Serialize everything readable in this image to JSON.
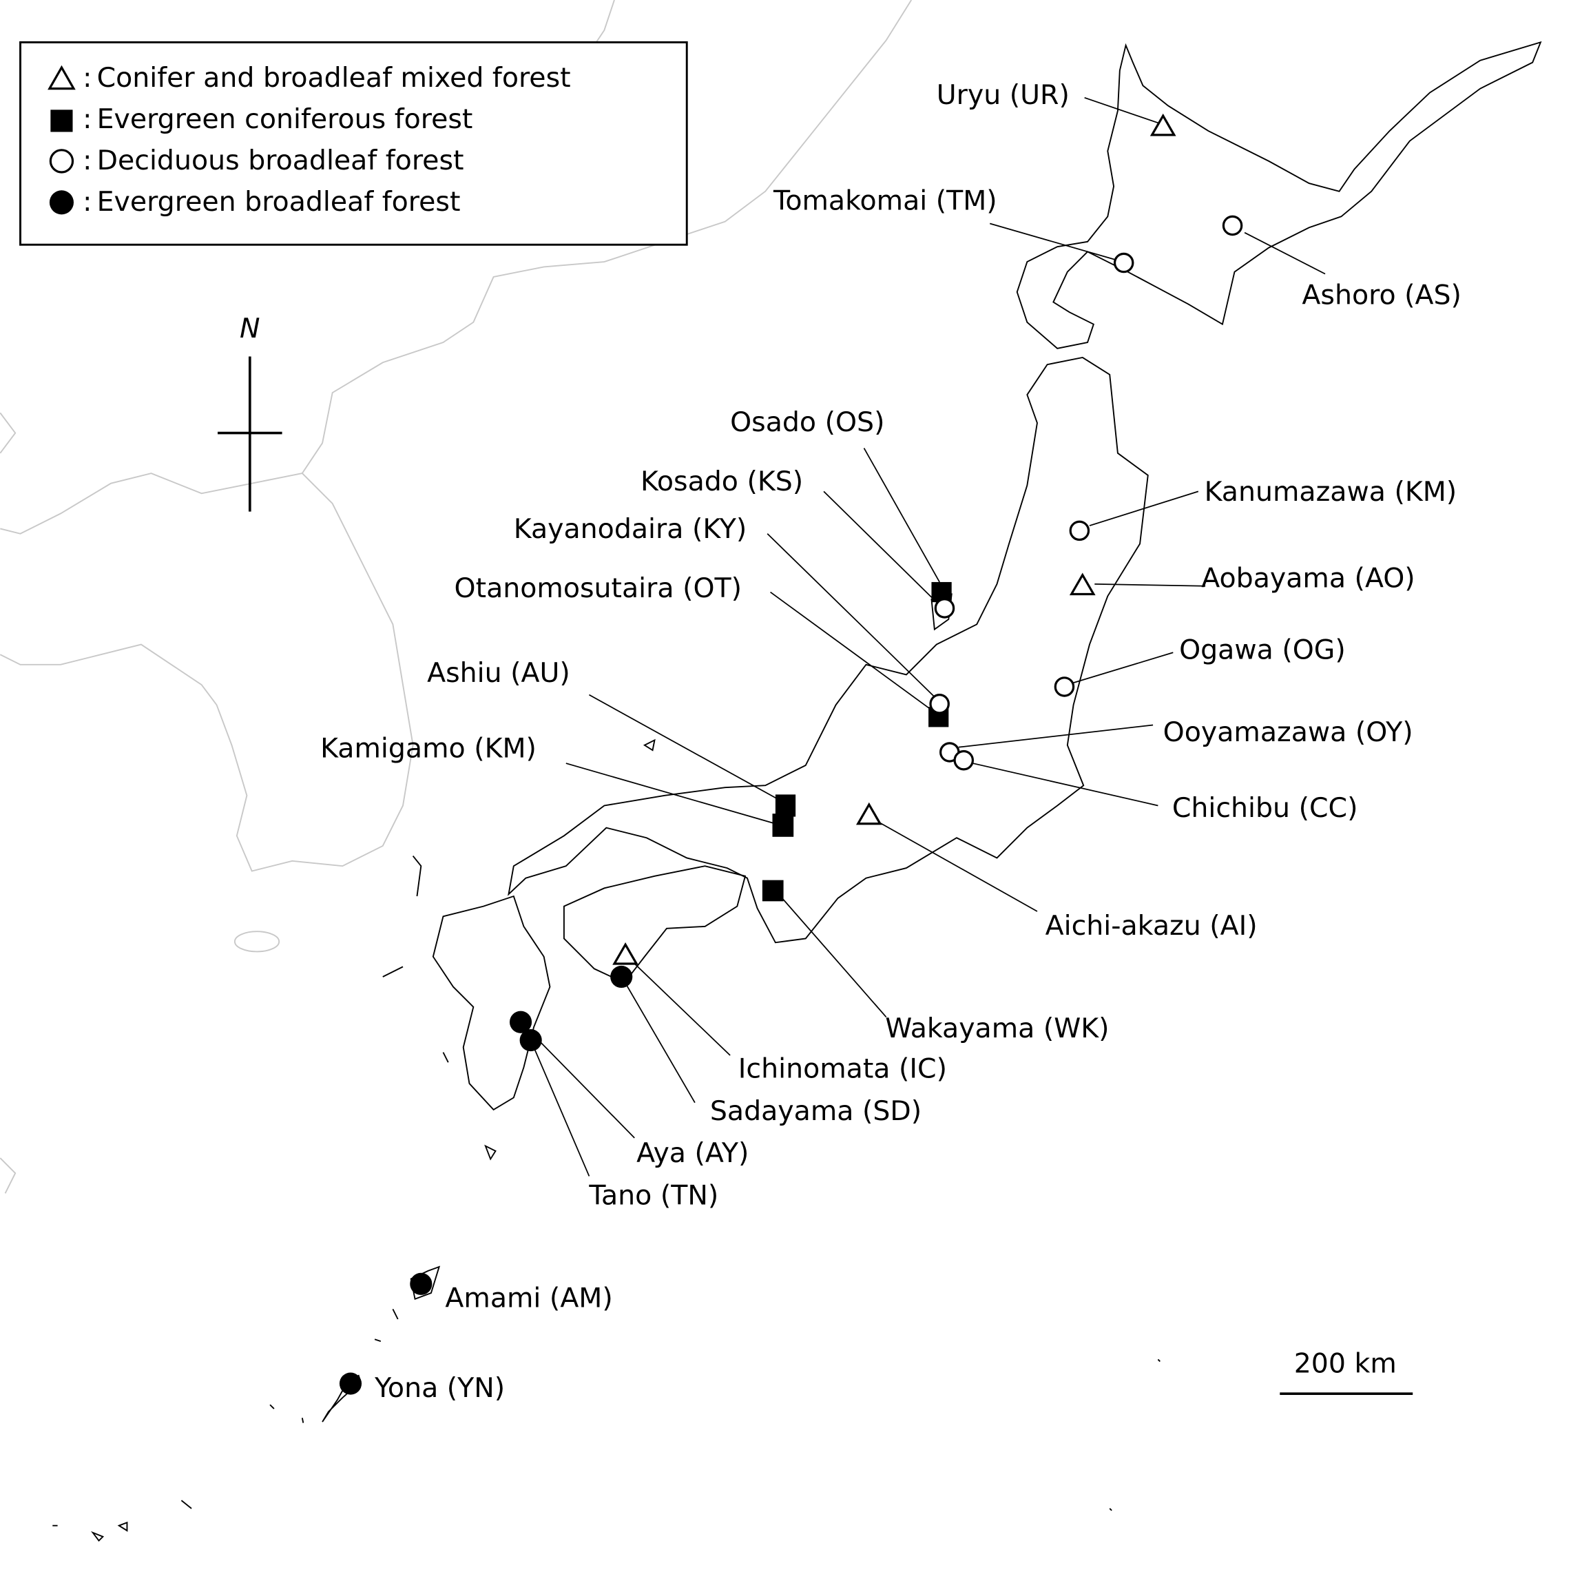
{
  "legend": [
    {
      "symbol": "open-triangle",
      "label": "Conifer and broadleaf mixed forest"
    },
    {
      "symbol": "filled-square",
      "label": "Evergreen coniferous forest"
    },
    {
      "symbol": "open-circle",
      "label": "Deciduous broadleaf forest"
    },
    {
      "symbol": "filled-circle",
      "label": "Evergreen broadleaf forest"
    }
  ],
  "legend_separator": ":",
  "north_label": "N",
  "scale_label": "200 km",
  "sites": {
    "UR": {
      "label": "Uryu (UR)",
      "type": "open-triangle"
    },
    "TM": {
      "label": "Tomakomai (TM)",
      "type": "open-circle"
    },
    "AS": {
      "label": "Ashoro (AS)",
      "type": "open-circle"
    },
    "OS": {
      "label": "Osado (OS)",
      "type": "filled-square"
    },
    "KS": {
      "label": "Kosado (KS)",
      "type": "open-circle"
    },
    "KY": {
      "label": "Kayanodaira (KY)",
      "type": "open-circle"
    },
    "OT": {
      "label": "Otanomosutaira (OT)",
      "type": "filled-square"
    },
    "AU": {
      "label": "Ashiu (AU)",
      "type": "filled-square"
    },
    "KG": {
      "label": "Kamigamo (KM)",
      "type": "filled-square"
    },
    "KM": {
      "label": "Kanumazawa (KM)",
      "type": "open-circle"
    },
    "AO": {
      "label": "Aobayama (AO)",
      "type": "open-triangle"
    },
    "OG": {
      "label": "Ogawa (OG)",
      "type": "open-circle"
    },
    "OY": {
      "label": "Ooyamazawa (OY)",
      "type": "open-circle"
    },
    "CC": {
      "label": "Chichibu (CC)",
      "type": "open-circle"
    },
    "AI": {
      "label": "Aichi-akazu (AI)",
      "type": "open-triangle"
    },
    "WK": {
      "label": "Wakayama (WK)",
      "type": "filled-square"
    },
    "IC": {
      "label": "Ichinomata (IC)",
      "type": "open-triangle"
    },
    "SD": {
      "label": "Sadayama (SD)",
      "type": "filled-circle"
    },
    "AY": {
      "label": "Aya (AY)",
      "type": "filled-circle"
    },
    "TN": {
      "label": "Tano (TN)",
      "type": "filled-circle"
    },
    "AM": {
      "label": "Amami (AM)",
      "type": "filled-circle"
    },
    "YN": {
      "label": "Yona (YN)",
      "type": "filled-circle"
    }
  }
}
